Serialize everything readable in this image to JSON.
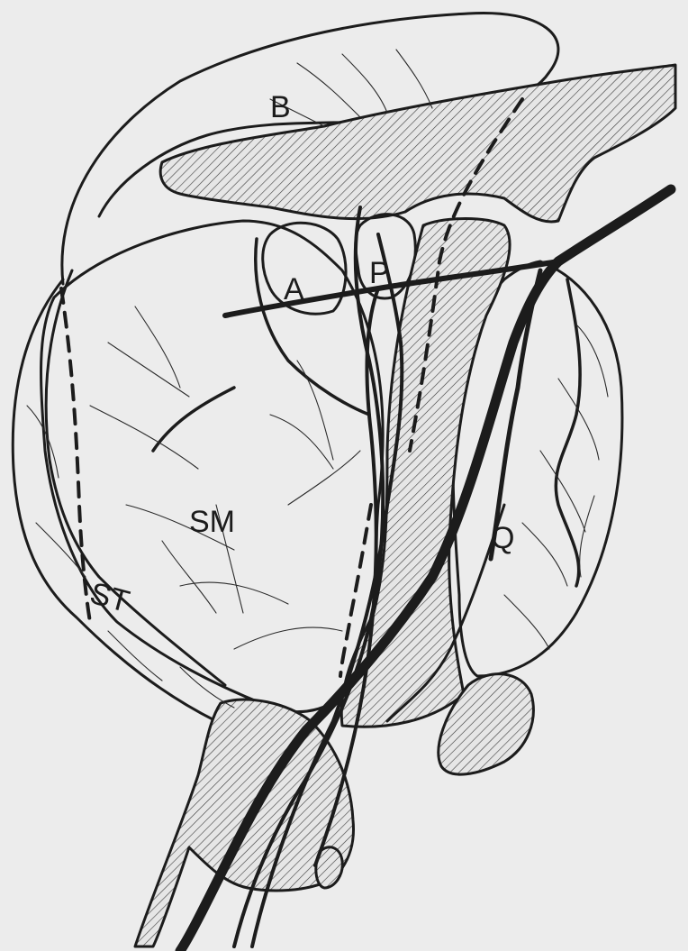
{
  "figure": {
    "labels": {
      "b": "B",
      "a": "A",
      "p": "P",
      "sm": "SM",
      "st": "ST",
      "q": "Q"
    }
  }
}
